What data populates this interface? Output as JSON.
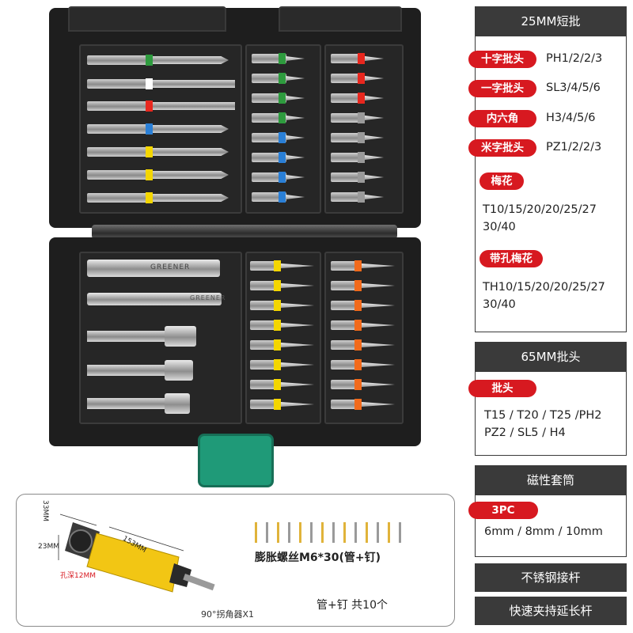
{
  "colors": {
    "accent_red": "#d71920",
    "header_dark": "#3a3a3a",
    "case_black": "#1e1e1e",
    "clasp_green": "#1f9a78",
    "handle_yellow": "#f2c614",
    "band_green": "#2e9b3e",
    "band_white": "#ffffff",
    "band_red": "#e8271e",
    "band_blue": "#2a7fd6",
    "band_yellow": "#f4d600",
    "band_orange": "#f26a1b"
  },
  "case": {
    "brand_engraving": "GREENER"
  },
  "section_25mm": {
    "title": "25MM短批",
    "items": [
      {
        "tag": "十字批头",
        "spec": "PH1/2/2/3"
      },
      {
        "tag": "一字批头",
        "spec": "SL3/4/5/6"
      },
      {
        "tag": "内六角",
        "spec": "H3/4/5/6"
      },
      {
        "tag": "米字批头",
        "spec": "PZ1/2/2/3"
      },
      {
        "tag": "梅花",
        "spec": "T10/15/20/20/25/27 30/40"
      },
      {
        "tag": "带孔梅花",
        "spec": "TH10/15/20/20/25/27 30/40"
      }
    ]
  },
  "section_65mm": {
    "title": "65MM批头",
    "tag": "批头",
    "spec": "T15 / T20 / T25 /PH2 PZ2 / SL5 / H4"
  },
  "section_socket": {
    "title": "磁性套筒",
    "tag": "3PC",
    "spec": "6mm / 8mm / 10mm"
  },
  "extras": [
    {
      "label": "不锈钢接杆"
    },
    {
      "label": "快速夹持延长杆"
    }
  ],
  "accessories": {
    "angle_adapter": {
      "label": "90°拐角器X1",
      "dim_width": "33MM",
      "dim_head": "23MM",
      "dim_length": "153MM",
      "dim_depth": "孔深12MM"
    },
    "anchors": {
      "title": "膨胀螺丝M6*30(管+钉)",
      "count_label": "管+钉 共10个"
    }
  }
}
